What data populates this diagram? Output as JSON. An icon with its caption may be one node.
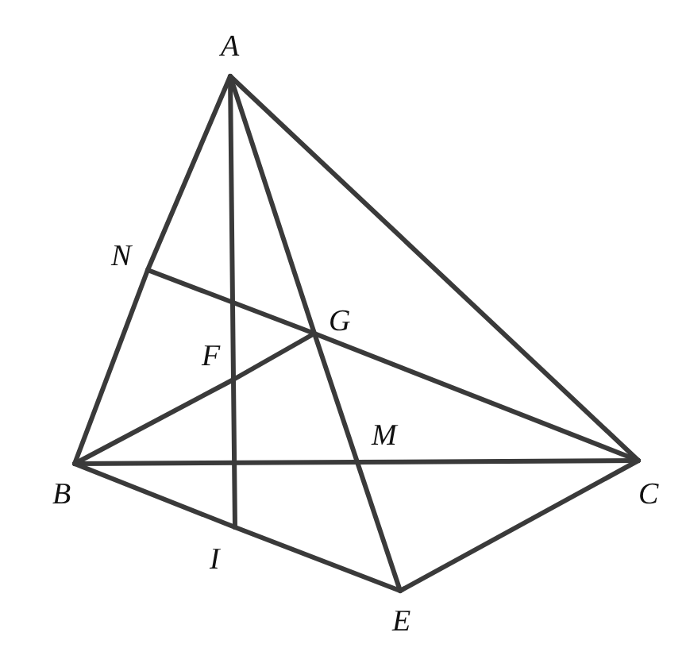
{
  "diagram": {
    "nodes": [
      {
        "text": [
          "A"
        ]
      },
      {
        "text": [
          "N"
        ]
      },
      {
        "text": [
          "G"
        ]
      },
      {
        "text": [
          "F"
        ]
      },
      {
        "text": [
          "B"
        ]
      },
      {
        "text": [
          "M"
        ]
      },
      {
        "text": [
          "C"
        ]
      },
      {
        "text": [
          "I"
        ]
      },
      {
        "text": [
          "E"
        ]
      }
    ],
    "edges": [
      {
        "from": 0,
        "to": 1,
        "arrow": "none"
      },
      {
        "from": 1,
        "to": 4,
        "arrow": "none"
      },
      {
        "from": 0,
        "to": 6,
        "arrow": "none"
      },
      {
        "from": 0,
        "to": 2,
        "arrow": "none"
      },
      {
        "from": 2,
        "to": 5,
        "arrow": "none"
      },
      {
        "from": 5,
        "to": 8,
        "arrow": "none"
      },
      {
        "from": 0,
        "to": 3,
        "arrow": "none"
      },
      {
        "from": 3,
        "to": 7,
        "arrow": "none"
      },
      {
        "from": 1,
        "to": 2,
        "arrow": "none"
      },
      {
        "from": 2,
        "to": 6,
        "arrow": "none"
      },
      {
        "from": 4,
        "to": 3,
        "arrow": "none"
      },
      {
        "from": 3,
        "to": 2,
        "arrow": "none"
      },
      {
        "from": 4,
        "to": 5,
        "arrow": "none"
      },
      {
        "from": 5,
        "to": 6,
        "arrow": "none"
      },
      {
        "from": 4,
        "to": 7,
        "arrow": "none"
      },
      {
        "from": 7,
        "to": 8,
        "arrow": "none"
      },
      {
        "from": 8,
        "to": 6,
        "arrow": "none"
      }
    ]
  }
}
